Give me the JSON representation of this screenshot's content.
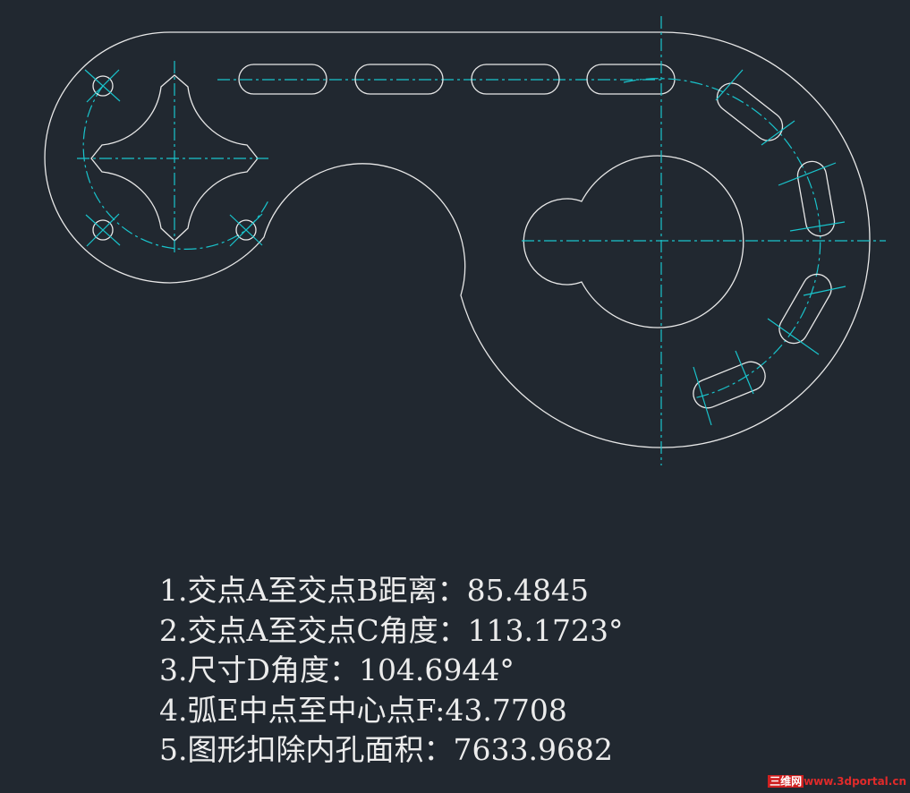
{
  "results": [
    "1.交点A至交点B距离：85.4845",
    "2.交点A至交点C角度：113.1723°",
    "3.尺寸D角度：104.6944°",
    "4.弧E中点至中心点F:43.7708",
    "5.图形扣除内孔面积：7633.9682"
  ],
  "watermark": {
    "site_cn": "三维网",
    "url": "www.3dportal.cn"
  },
  "colors": {
    "background": "#212830",
    "geometry": "#e8e8e8",
    "centerline": "#19c4cc",
    "text": "#ececec"
  }
}
